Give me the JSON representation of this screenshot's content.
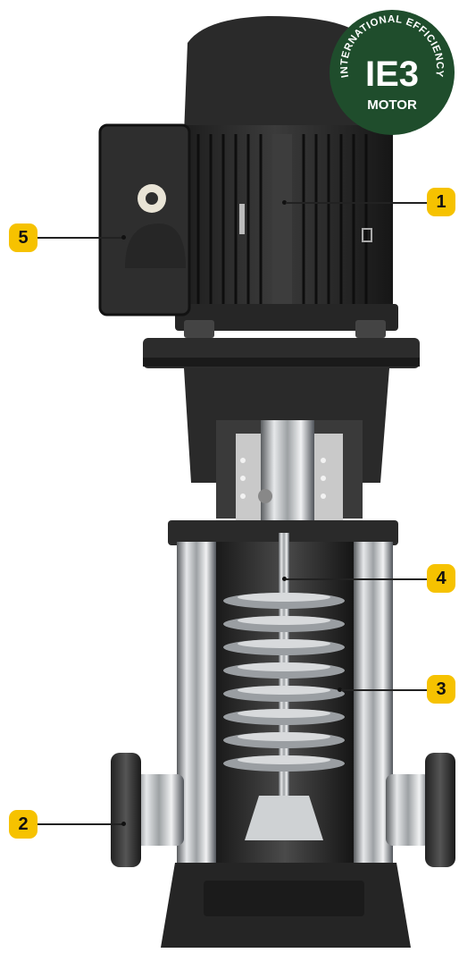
{
  "badge": {
    "ring_text": "INTERNATIONAL EFFICIENCY",
    "class_text": "IE3",
    "motor_text": "MOTOR",
    "color": "#1f4d2c"
  },
  "callouts": [
    {
      "number": "1",
      "part": "motor"
    },
    {
      "number": "2",
      "part": "flange"
    },
    {
      "number": "3",
      "part": "impeller-stack"
    },
    {
      "number": "4",
      "part": "shaft"
    },
    {
      "number": "5",
      "part": "terminal-box"
    }
  ],
  "colors": {
    "accent": "#f6c200",
    "motor_body": "#2b2b2b",
    "steel": "#b9bcbe"
  }
}
